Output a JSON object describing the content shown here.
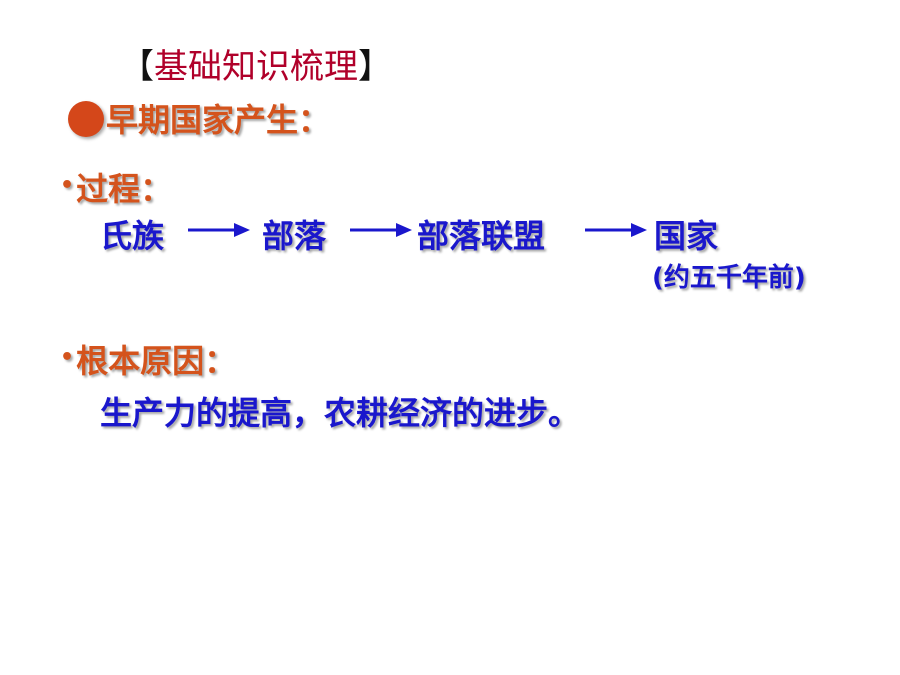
{
  "title": {
    "bracket_left": "【",
    "text": "基础知识梳理",
    "bracket_right": "】"
  },
  "heading": {
    "text": "早期国家产生："
  },
  "process": {
    "bullet": "•",
    "label": "过程：",
    "stages": [
      "氏族",
      "部落",
      "部落联盟",
      "国家"
    ],
    "note": "(约五千年前)"
  },
  "cause": {
    "bullet": "•",
    "label": "根本原因：",
    "text": "生产力的提高，农耕经济的进步。"
  },
  "colors": {
    "title": "#b0002a",
    "heading": "#d4531c",
    "body": "#1a17cc",
    "arrow": "#1a17cc",
    "background": "#ffffff"
  },
  "icons": {
    "heading_marker": "filled-circle-icon",
    "flow_arrow": "arrow-right-icon"
  }
}
